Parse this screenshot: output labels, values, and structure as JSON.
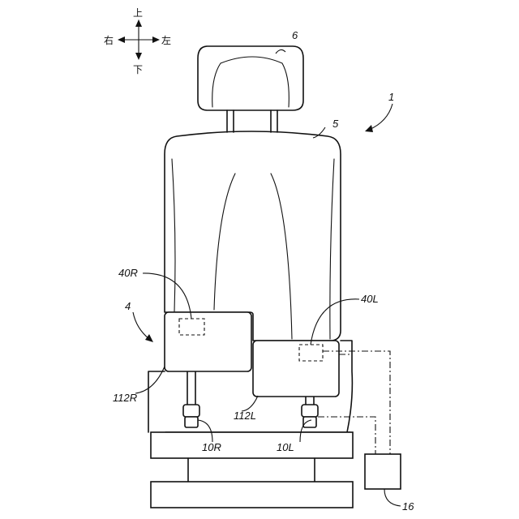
{
  "compass": {
    "up": "上",
    "down": "下",
    "right": "右",
    "left": "左"
  },
  "labels": {
    "seat": "1",
    "seat_cushion": "4",
    "seatback": "5",
    "headrest": "6",
    "right_support": "10R",
    "left_support": "10L",
    "controller": "16",
    "right_sensor": "40R",
    "left_sensor": "40L",
    "right_armrest": "112R",
    "left_armrest": "112L"
  }
}
